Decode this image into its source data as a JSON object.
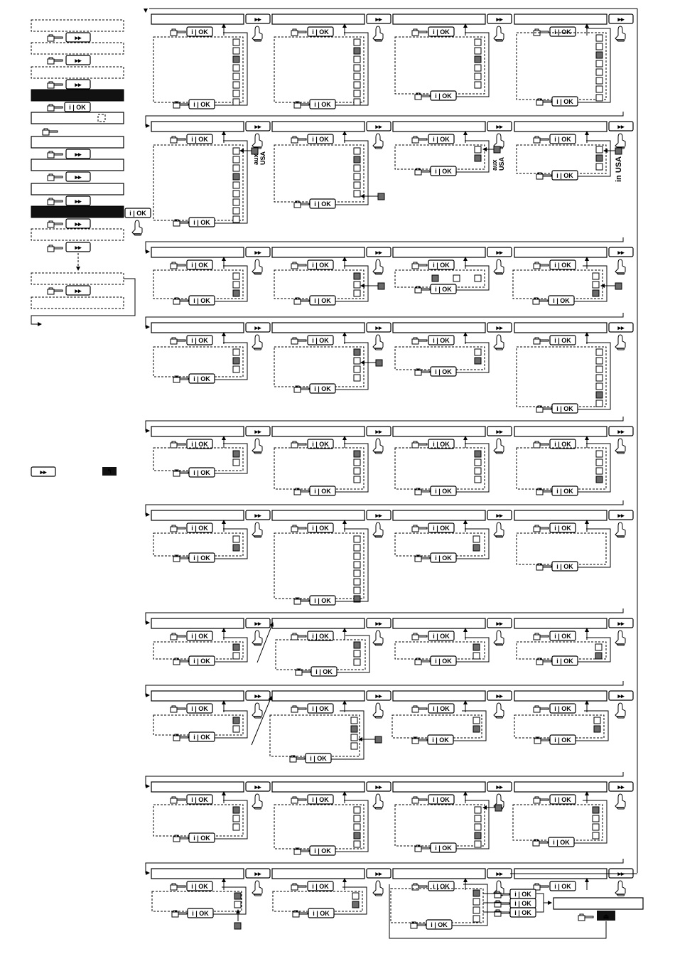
{
  "keys": {
    "next_glyph": "▸▸",
    "ok_label": "i | OK",
    "back_glyph": "↰",
    "exit_glyph": "⏏"
  },
  "side_labels": {
    "aux_usa_1_a": "aux",
    "aux_usa_1_b": "USA",
    "aux_usa_2_a": "aux",
    "aux_usa_2_b": "USA",
    "in_usa": "in USA"
  },
  "colors": {
    "line": "#000000",
    "filled_box": "#6b6b6b",
    "black_bar": "#111111"
  }
}
